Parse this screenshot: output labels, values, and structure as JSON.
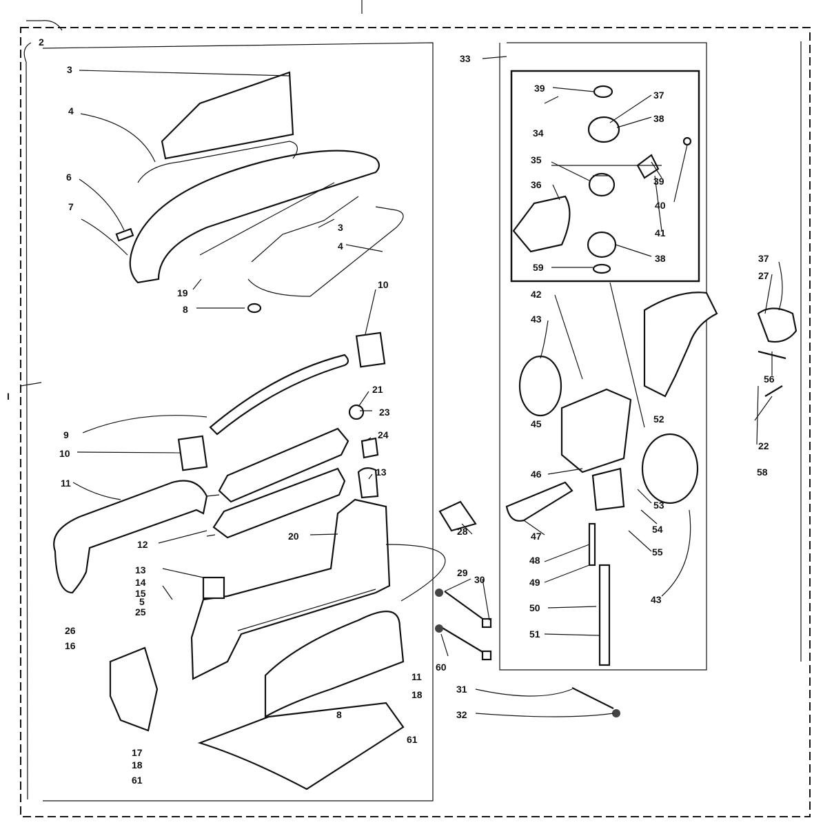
{
  "labels": [
    {
      "id": "2",
      "text": "2"
    },
    {
      "id": "3a",
      "text": "3"
    },
    {
      "id": "4a",
      "text": "4"
    },
    {
      "id": "6",
      "text": "6"
    },
    {
      "id": "7",
      "text": "7"
    },
    {
      "id": "3b",
      "text": "3"
    },
    {
      "id": "4b",
      "text": "4"
    },
    {
      "id": "19a",
      "text": "19"
    },
    {
      "id": "8a",
      "text": "8"
    },
    {
      "id": "10a",
      "text": "10"
    },
    {
      "id": "21",
      "text": "21"
    },
    {
      "id": "23",
      "text": "23"
    },
    {
      "id": "9",
      "text": "9"
    },
    {
      "id": "24",
      "text": "24"
    },
    {
      "id": "10b",
      "text": "10"
    },
    {
      "id": "13a",
      "text": "13"
    },
    {
      "id": "11a",
      "text": "11"
    },
    {
      "id": "12",
      "text": "12"
    },
    {
      "id": "20",
      "text": "20"
    },
    {
      "id": "13b",
      "text": "13"
    },
    {
      "id": "14",
      "text": "14"
    },
    {
      "id": "15",
      "text": "15"
    },
    {
      "id": "5",
      "text": "5"
    },
    {
      "id": "25",
      "text": "25"
    },
    {
      "id": "26",
      "text": "26"
    },
    {
      "id": "16",
      "text": "16"
    },
    {
      "id": "28",
      "text": "28"
    },
    {
      "id": "29",
      "text": "29"
    },
    {
      "id": "30",
      "text": "30"
    },
    {
      "id": "60",
      "text": "60"
    },
    {
      "id": "11b",
      "text": "11"
    },
    {
      "id": "18a",
      "text": "18"
    },
    {
      "id": "8b",
      "text": "8"
    },
    {
      "id": "61a",
      "text": "61"
    },
    {
      "id": "17",
      "text": "17"
    },
    {
      "id": "18b",
      "text": "18"
    },
    {
      "id": "61b",
      "text": "61"
    },
    {
      "id": "31",
      "text": "31"
    },
    {
      "id": "32",
      "text": "32"
    },
    {
      "id": "33",
      "text": "33"
    },
    {
      "id": "39a",
      "text": "39"
    },
    {
      "id": "37a",
      "text": "37"
    },
    {
      "id": "34",
      "text": "34"
    },
    {
      "id": "38a",
      "text": "38"
    },
    {
      "id": "35",
      "text": "35"
    },
    {
      "id": "36",
      "text": "36"
    },
    {
      "id": "39b",
      "text": "39"
    },
    {
      "id": "40",
      "text": "40"
    },
    {
      "id": "41",
      "text": "41"
    },
    {
      "id": "38b",
      "text": "38"
    },
    {
      "id": "59",
      "text": "59"
    },
    {
      "id": "42",
      "text": "42"
    },
    {
      "id": "43a",
      "text": "43"
    },
    {
      "id": "37b",
      "text": "37"
    },
    {
      "id": "27",
      "text": "27"
    },
    {
      "id": "56",
      "text": "56"
    },
    {
      "id": "45",
      "text": "45"
    },
    {
      "id": "52",
      "text": "52"
    },
    {
      "id": "22",
      "text": "22"
    },
    {
      "id": "58",
      "text": "58"
    },
    {
      "id": "46",
      "text": "46"
    },
    {
      "id": "47",
      "text": "47"
    },
    {
      "id": "53",
      "text": "53"
    },
    {
      "id": "54",
      "text": "54"
    },
    {
      "id": "55",
      "text": "55"
    },
    {
      "id": "48",
      "text": "48"
    },
    {
      "id": "49",
      "text": "49"
    },
    {
      "id": "43b",
      "text": "43"
    },
    {
      "id": "50",
      "text": "50"
    },
    {
      "id": "51",
      "text": "51"
    },
    {
      "id": "I",
      "text": "I"
    }
  ]
}
